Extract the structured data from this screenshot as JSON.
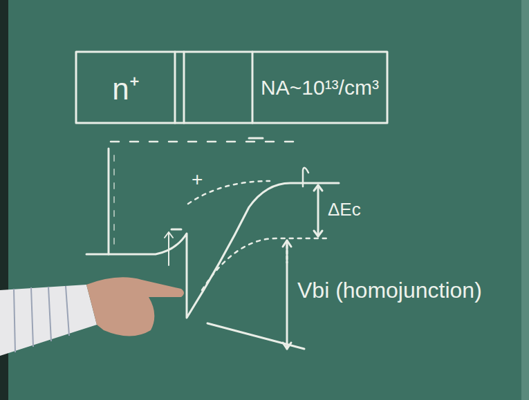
{
  "diagram": {
    "nodes": [
      {
        "text": [
          "n⁺"
        ]
      },
      {
        "text": [
          "NA~10¹³/cm³"
        ]
      }
    ],
    "labels": [
      "+",
      "ΔEc",
      "Vbi (homojunction)"
    ]
  }
}
